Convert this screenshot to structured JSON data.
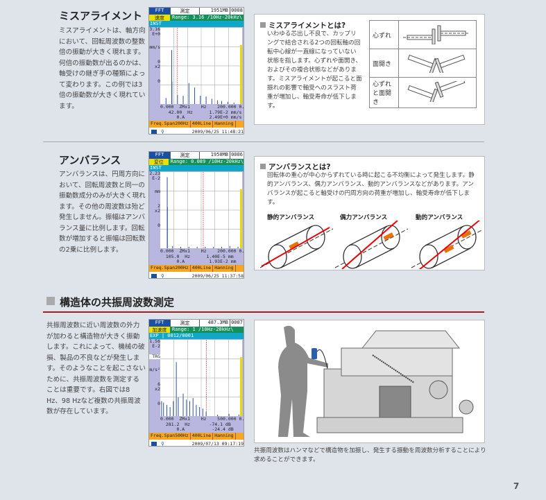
{
  "misalignment": {
    "title": "ミスアライメント",
    "text": "ミスアライメントは、軸方向において、回転周波数の整数倍の振動が大きく現れます。何倍の振動数が出るのかは、軸受けの継ぎ手の種類によって変わります。この例では3倍の振動数が大きく現れています。",
    "box_title": "ミスアライメントとは?",
    "box_text": "いわゆる芯出し不良で、カップリングで結合される2つの回転軸の回転中心線が一直線になっていない状態を指します。心ずれや面開き、およびその複合状態などがあります。ミスアライメントが起こると面振れの影響で軸受へのスラスト荷重が増加し、軸受寿命が低下します。",
    "table": [
      {
        "label": "心ずれ"
      },
      {
        "label": "面開き"
      },
      {
        "label": "心ずれと面開き"
      }
    ]
  },
  "unbalance": {
    "title": "アンバランス",
    "text": "アンバランスは、円周方向において、回転周波数と同一の振動数成分のみが大きく現れます。その他の周波数は殆ど発生しません。振幅はアンバランス量に比例します。回転数が増加すると振幅は回転数の2乗に比例します。",
    "box_title": "アンバランスとは?",
    "box_text": "回転体の重心が中心からずれている時に起こる不均衡によって発生します。静的アンバランス、偶力アンバランス、動的アンバランスなどがあります。アンバランスが起こると軸受けの円周方向の荷重が増加し、軸受寿命が低下します。",
    "types": [
      "静的アンバランス",
      "偶力アンバランス",
      "動的アンバランス"
    ]
  },
  "resonance": {
    "title": "構造体の共振周波数測定",
    "text": "共振周波数に近い周波数の外力が加わると構造物が大きく振動します。これによって、機械の破損、製品の不良などが発生します。そのようなことを起こさないために、共振周波数を測定することは重要です。右図では8 Hz、98 Hzなど複数の共振周波数が存在しています。",
    "caption": "共振周波数はハンマなどで構造物を加振し、発生する振動を周波数分析することにより求めることができます。"
  },
  "screens": [
    {
      "fft": "FFT",
      "mode": "測定",
      "mem": "1951MB",
      "num": "0008",
      "qty": "速度",
      "range": "Range: 3.16 /10Hz-20kHz\\",
      "row3": "INST",
      "y_top": "3.16",
      "y_exp": "E+0",
      "y_unit": "mm/s",
      "y_mid": "0",
      "y_x": "x2",
      "y_zero": "0",
      "ro1": "0.000  ZMx1    Hz    200.000 0.A",
      "ro2": "   42.00  Hz      1.79E-2 mm/s",
      "ro3": "      0.A         2.49E+0 mm/s",
      "span": "Freq.Span200Hz",
      "lines": "400Line",
      "win": "Hanning",
      "date": "2009/06/25 11:48:21",
      "xmax": 200,
      "cursor": 42,
      "peaks": [
        [
          14,
          0.08
        ],
        [
          28,
          0.72
        ],
        [
          28.5,
          0.3
        ],
        [
          42,
          0.12
        ],
        [
          56,
          0.11
        ],
        [
          70,
          0.28
        ],
        [
          84,
          0.22
        ],
        [
          98,
          0.11
        ],
        [
          112,
          0.1
        ],
        [
          126,
          0.07
        ],
        [
          140,
          0.05
        ],
        [
          150,
          0.04
        ],
        [
          165,
          0.03
        ],
        [
          180,
          0.02
        ]
      ]
    },
    {
      "fft": "FFT",
      "mode": "測定",
      "mem": "1950MB",
      "num": "0006",
      "qty": "変位",
      "range": "Range: 0.089 /10Hz-20kHz\\",
      "row3": "INST",
      "y_top": "2.23",
      "y_exp": "E-2",
      "y_unit": "mm",
      "y_mid": "2",
      "y_x": "x2",
      "y_zero": "0",
      "ro1": "0.000  ZMx1    Hz    200.000 0.A",
      "ro2": "  105.0  Hz      1.40E-5 mm",
      "ro3": "      0.A         1.93E-2 mm",
      "span": "Freq.Span200Hz",
      "lines": "400Line",
      "win": "Hanning",
      "date": "2009/06/25 11:37:58",
      "xmax": 200,
      "cursor": 105,
      "peaks": [
        [
          17,
          0.95
        ],
        [
          17.5,
          0.55
        ],
        [
          30,
          0.03
        ],
        [
          50,
          0.02
        ],
        [
          70,
          0.02
        ],
        [
          90,
          0.02
        ],
        [
          110,
          0.02
        ],
        [
          130,
          0.02
        ],
        [
          150,
          0.02
        ],
        [
          170,
          0.03
        ],
        [
          190,
          0.02
        ]
      ]
    },
    {
      "fft": "FFT",
      "mode": "測定",
      "mem": "487.3MB",
      "num": "0007",
      "qty": "加速度",
      "range": "Range:   1  /10Hz-20kHz\\",
      "row3": "EXP | 0012/0001",
      "y_top": "1.56",
      "y_exp": "E-2",
      "y_trig": "TRG",
      "y_unit": "m/s²",
      "y_mid": "6",
      "y_x": "x2",
      "y_zero": "0",
      "ro1": "0.000  ZMx1    Hz    500.000 0.A",
      "ro2": "  281.2  Hz       -74.1 dB",
      "ro3": "      0.A          -24.4 dB",
      "span": "Freq.Span500Hz",
      "lines": "400Line",
      "win": "Hanning",
      "date": "2009/07/13 09:17:19",
      "xmax": 500,
      "cursor": 281,
      "peaks": [
        [
          8,
          0.2
        ],
        [
          20,
          0.18
        ],
        [
          40,
          0.15
        ],
        [
          60,
          0.12
        ],
        [
          80,
          0.2
        ],
        [
          98,
          0.72
        ],
        [
          110,
          0.25
        ],
        [
          140,
          0.3
        ],
        [
          160,
          0.22
        ],
        [
          180,
          0.2
        ],
        [
          200,
          0.24
        ],
        [
          220,
          0.15
        ],
        [
          240,
          0.12
        ],
        [
          260,
          0.1
        ],
        [
          280,
          0.06
        ],
        [
          350,
          0.02
        ],
        [
          420,
          0.03
        ],
        [
          480,
          0.02
        ]
      ]
    }
  ],
  "page_number": "7"
}
